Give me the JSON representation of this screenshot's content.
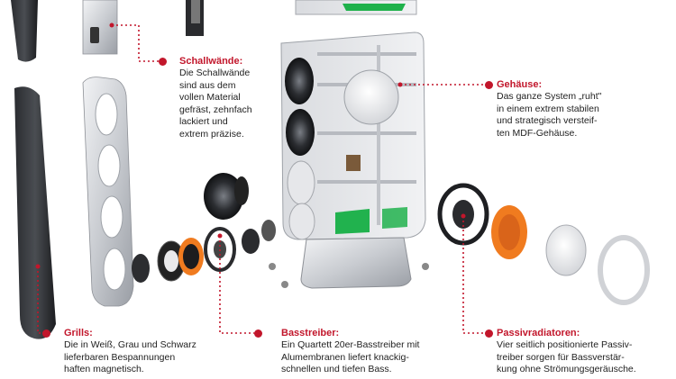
{
  "accent_color": "#c2162b",
  "callouts": {
    "schallwaende": {
      "title": "Schallwände:",
      "text": "Die Schallwände\nsind aus dem\nvollen Material\ngefräst, zehnfach\nlackiert und\nextrem präzise."
    },
    "gehaeuse": {
      "title": "Gehäuse:",
      "text": "Das ganze System „ruht\"\nin einem extrem stabilen\nund strategisch versteif-\nten MDF-Gehäuse."
    },
    "grills": {
      "title": "Grills:",
      "text": "Die in Weiß, Grau und Schwarz\nlieferbaren Bespannungen\nhaften magnetisch."
    },
    "basstreiber": {
      "title": "Basstreiber:",
      "text": "Ein Quartett 20er-Basstreiber mit\nAlumembranen liefert knackig-\nschnellen und tiefen Bass."
    },
    "passivradiatoren": {
      "title": "Passivradiatoren:",
      "text": "Vier seitlich positionierte Passiv-\ntreiber sorgen für Bassverstär-\nkung ohne Strömungsgeräusche."
    }
  }
}
